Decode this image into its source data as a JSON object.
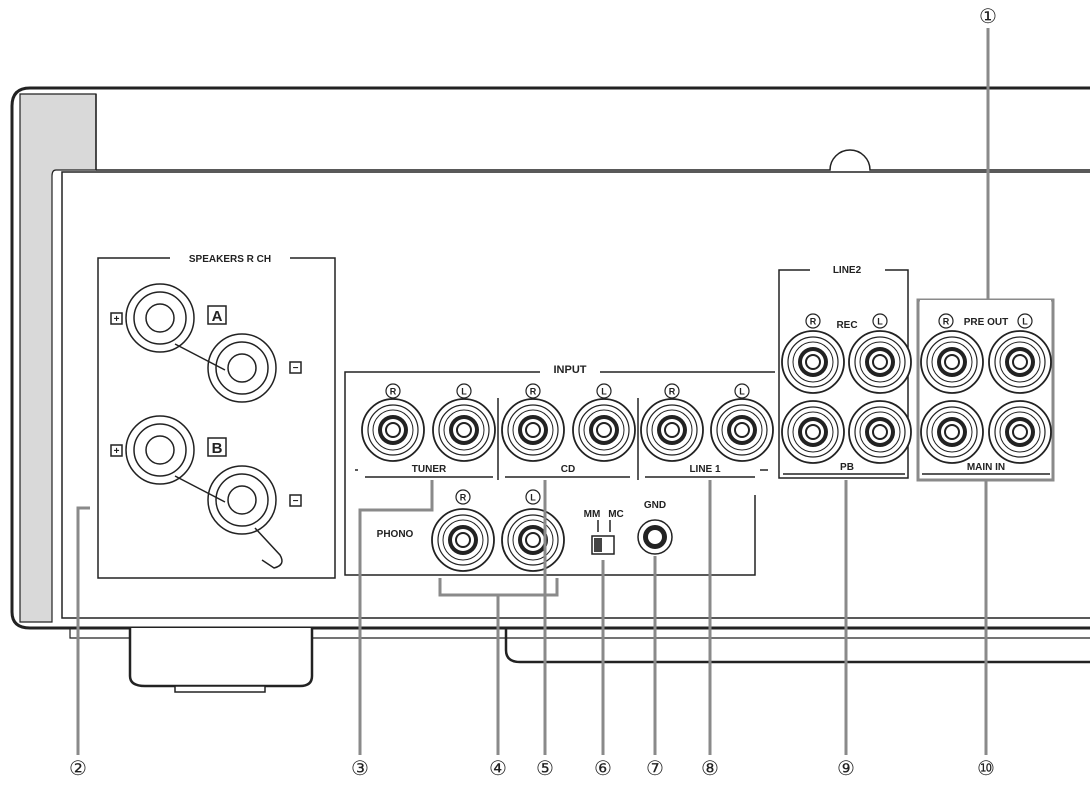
{
  "labels": {
    "speakers": "SPEAKERS R CH",
    "terminal_a": "A",
    "terminal_b": "B",
    "plus": "+",
    "minus": "−",
    "input": "INPUT",
    "tuner": "TUNER",
    "cd": "CD",
    "line1": "LINE 1",
    "phono": "PHONO",
    "mm": "MM",
    "mc": "MC",
    "gnd": "GND",
    "line2": "LINE2",
    "rec": "REC",
    "pb": "PB",
    "pre_out": "PRE OUT",
    "main_in": "MAIN IN",
    "r": "R",
    "l": "L"
  },
  "callouts": [
    "①",
    "②",
    "③",
    "④",
    "⑤",
    "⑥",
    "⑦",
    "⑧",
    "⑨",
    "⑩"
  ]
}
